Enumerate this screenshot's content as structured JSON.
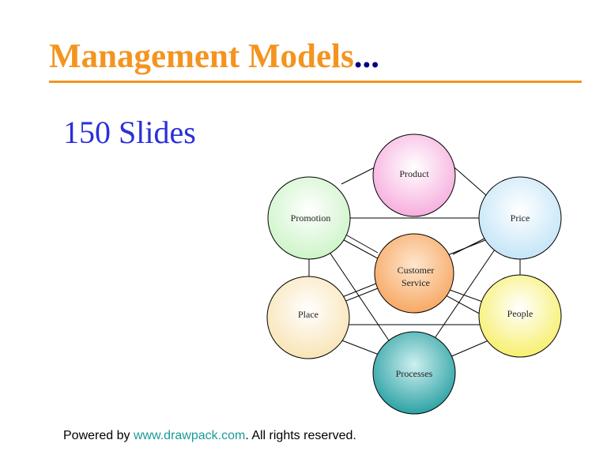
{
  "colors": {
    "title": "#f4941f",
    "title_dots": "#000080",
    "subtitle": "#2b2fd8",
    "link": "#1a9a9a",
    "rule": "#f4941f"
  },
  "title": {
    "text": "Management Models",
    "dots": "..."
  },
  "subtitle": "150 Slides",
  "diagram": {
    "nodes": [
      {
        "id": "product",
        "label": "Product",
        "color": "#f6a7db"
      },
      {
        "id": "price",
        "label": "Price",
        "color": "#bfe3f7"
      },
      {
        "id": "people",
        "label": "People",
        "color": "#f7ee62"
      },
      {
        "id": "processes",
        "label": "Processes",
        "color": "#2aa6a7"
      },
      {
        "id": "place",
        "label": "Place",
        "color": "#f8e2b0"
      },
      {
        "id": "promotion",
        "label": "Promotion",
        "color": "#c9f3c4"
      },
      {
        "id": "center",
        "label_lines": [
          "Customer",
          "Service"
        ],
        "color": "#f7a45c"
      }
    ]
  },
  "footer": {
    "prefix": "Powered by ",
    "link_text": "www.drawpack.com",
    "suffix": ". All rights reserved."
  }
}
